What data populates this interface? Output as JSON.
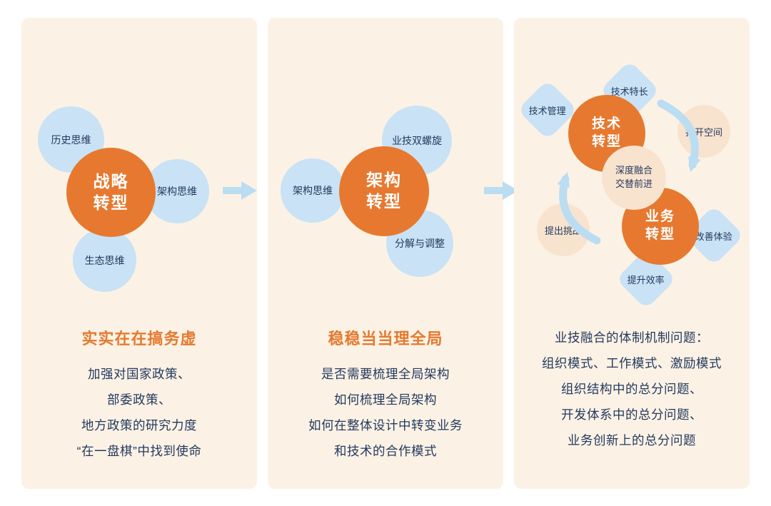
{
  "colors": {
    "orange": "#E6792F",
    "light_blue": "#C9E2F5",
    "light_peach": "#F8E3CF",
    "panel_background": "#FBF2E5",
    "navy_text": "#243A5E",
    "arrow_blue": "#BBDDF2"
  },
  "icons": {
    "flow_arrow": "right-arrow",
    "cycle_arrows": "circular-exchange-arrows"
  },
  "panels": [
    {
      "center": {
        "line1": "战略",
        "line2": "转型"
      },
      "satellites": [
        {
          "label": "历史思维"
        },
        {
          "label": "架构思维"
        },
        {
          "label": "生态思维"
        }
      ],
      "heading": "实实在在搞务虚",
      "body": [
        "加强对国家政策、",
        "部委政策、",
        "地方政策的研究力度",
        "“在一盘棋”中找到使命"
      ]
    },
    {
      "center": {
        "line1": "架构",
        "line2": "转型"
      },
      "satellites": [
        {
          "label": "业技双螺旋"
        },
        {
          "label": "架构思维"
        },
        {
          "label": "分解与调整"
        }
      ],
      "heading": "稳稳当当理全局",
      "body": [
        "是否需要梳理全局架构",
        "如何梳理全局架构",
        "如何在整体设计中转变业务",
        "和技术的合作模式"
      ]
    },
    {
      "tech_circle": {
        "line1": "技术",
        "line2": "转型"
      },
      "biz_circle": {
        "line1": "业务",
        "line2": "转型"
      },
      "diamonds": [
        {
          "label": "技术管理"
        },
        {
          "label": "技术特长"
        },
        {
          "label": "改善体验"
        },
        {
          "label": "提升效率"
        }
      ],
      "peach_bubbles": [
        {
          "label": "打开空间"
        },
        {
          "label": "提出挑战"
        }
      ],
      "center_label": {
        "line1": "深度融合",
        "line2": "交替前进"
      },
      "body": [
        "业技融合的体制机制问题：",
        "组织模式、工作模式、激励模式",
        "组织结构中的总分问题、",
        "开发体系中的总分问题、",
        "业务创新上的总分问题"
      ]
    }
  ]
}
